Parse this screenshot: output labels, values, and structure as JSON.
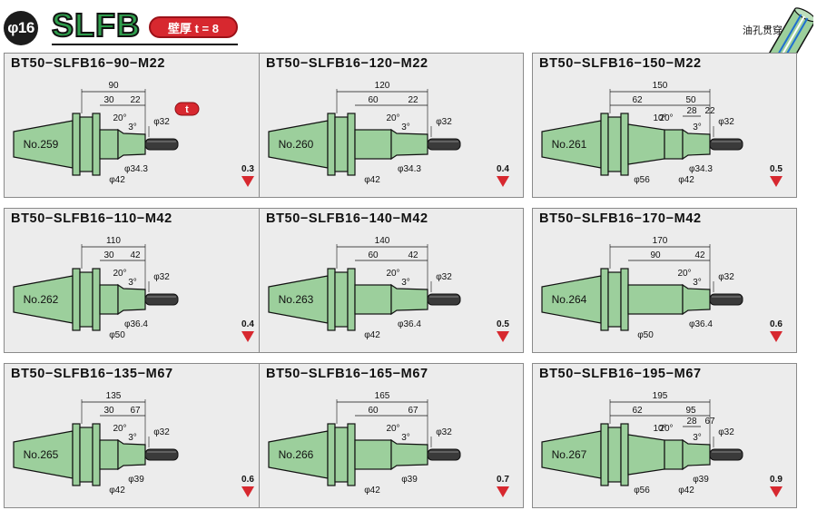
{
  "header": {
    "diameter": "φ16",
    "series": "SLFB",
    "wall_thickness": "壁厚 t = 8",
    "oil_hole_label": "油孔贯穿"
  },
  "colors": {
    "body": "#9ccf9c",
    "accent_red": "#d7282f",
    "series_green": "#2f9e4c"
  },
  "panels": [
    {
      "title": "BT50−SLFB16−90−M22",
      "no": "No.259",
      "weight": "0.3",
      "dims": {
        "total": "90",
        "a": "30",
        "b": "22",
        "angle": "20°",
        "taper": "3°",
        "bore": "φ32",
        "od1": "φ34.3",
        "od2": "φ42",
        "t": "t"
      }
    },
    {
      "title": "BT50−SLFB16−120−M22",
      "no": "No.260",
      "weight": "0.4",
      "dims": {
        "total": "120",
        "a": "60",
        "b": "22",
        "angle": "20°",
        "taper": "3°",
        "bore": "φ32",
        "od1": "φ34.3",
        "od2": "φ42"
      }
    },
    {
      "title": "BT50−SLFB16−150−M22",
      "no": "No.261",
      "weight": "0.5",
      "dims": {
        "total": "150",
        "a": "62",
        "b": "50",
        "c": "28",
        "d": "22",
        "angle": "20°",
        "angle2": "10°",
        "taper": "3°",
        "bore": "φ32",
        "od1": "φ34.3",
        "od2": "φ42",
        "od3": "φ56"
      }
    },
    {
      "title": "BT50−SLFB16−110−M42",
      "no": "No.262",
      "weight": "0.4",
      "dims": {
        "total": "110",
        "a": "30",
        "b": "42",
        "angle": "20°",
        "taper": "3°",
        "bore": "φ32",
        "od1": "φ36.4",
        "od2": "φ50"
      }
    },
    {
      "title": "BT50−SLFB16−140−M42",
      "no": "No.263",
      "weight": "0.5",
      "dims": {
        "total": "140",
        "a": "60",
        "b": "42",
        "angle": "20°",
        "taper": "3°",
        "bore": "φ32",
        "od1": "φ36.4",
        "od2": "φ42"
      }
    },
    {
      "title": "BT50−SLFB16−170−M42",
      "no": "No.264",
      "weight": "0.6",
      "dims": {
        "total": "170",
        "a": "90",
        "b": "42",
        "angle": "20°",
        "taper": "3°",
        "bore": "φ32",
        "od1": "φ36.4",
        "od2": "φ50"
      }
    },
    {
      "title": "BT50−SLFB16−135−M67",
      "no": "No.265",
      "weight": "0.6",
      "dims": {
        "total": "135",
        "a": "30",
        "b": "67",
        "angle": "20°",
        "taper": "3°",
        "bore": "φ32",
        "od1": "φ39",
        "od2": "φ42"
      }
    },
    {
      "title": "BT50−SLFB16−165−M67",
      "no": "No.266",
      "weight": "0.7",
      "dims": {
        "total": "165",
        "a": "60",
        "b": "67",
        "angle": "20°",
        "taper": "3°",
        "bore": "φ32",
        "od1": "φ39",
        "od2": "φ42"
      }
    },
    {
      "title": "BT50−SLFB16−195−M67",
      "no": "No.267",
      "weight": "0.9",
      "dims": {
        "total": "195",
        "a": "62",
        "b": "95",
        "c": "28",
        "d": "67",
        "angle": "20°",
        "angle2": "10°",
        "taper": "3°",
        "bore": "φ32",
        "od1": "φ39",
        "od2": "φ42",
        "od3": "φ56"
      }
    }
  ]
}
